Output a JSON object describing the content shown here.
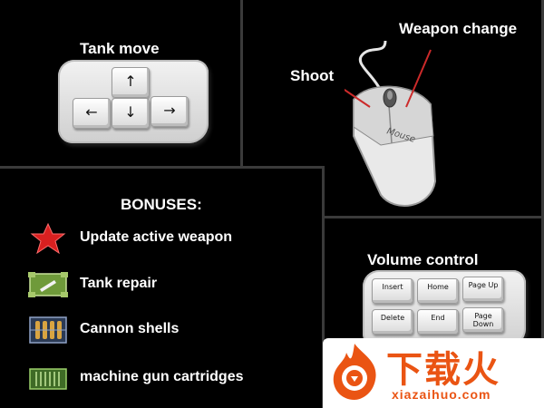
{
  "tank_move": {
    "title": "Tank move",
    "keys": [
      {
        "name": "up-arrow-key",
        "glyph": "↑"
      },
      {
        "name": "left-arrow-key",
        "glyph": "←"
      },
      {
        "name": "down-arrow-key",
        "glyph": "↓"
      },
      {
        "name": "right-arrow-key",
        "glyph": "→"
      }
    ]
  },
  "mouse": {
    "shoot_label": "Shoot",
    "weapon_change_label": "Weapon change",
    "brand_text": "Mouse"
  },
  "bonuses": {
    "title": "BONUSES:",
    "items": [
      {
        "text": "Update active weapon",
        "icon": "red-star-icon"
      },
      {
        "text": "Tank repair",
        "icon": "repair-kit-icon"
      },
      {
        "text": "Cannon shells",
        "icon": "cannon-shells-crate-icon"
      },
      {
        "text": "machine gun cartridges",
        "icon": "machine-gun-cartridges-crate-icon"
      }
    ]
  },
  "volume": {
    "title": "Volume control",
    "keys": [
      "Insert",
      "Home",
      "Page Up",
      "Delete",
      "End",
      "Page Down"
    ]
  },
  "watermark": {
    "brand": "下载火",
    "url": "xiazaihuo.com",
    "brand_color": "#ea5413"
  }
}
